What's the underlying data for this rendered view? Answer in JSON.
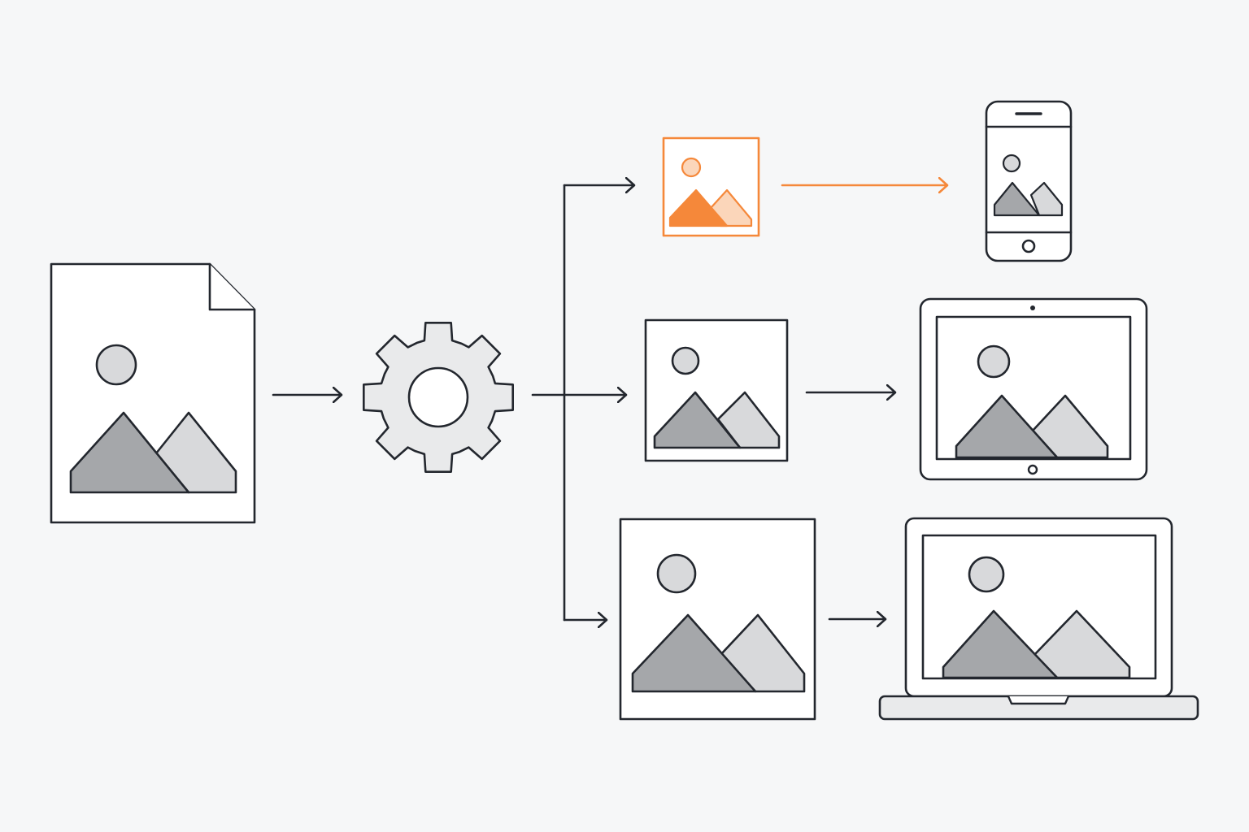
{
  "diagram": {
    "nodes": [
      {
        "id": "source-image-file",
        "icon": "image-file-icon"
      },
      {
        "id": "processor",
        "icon": "gear-icon"
      },
      {
        "id": "small-image-variant",
        "icon": "image-icon",
        "highlighted": true
      },
      {
        "id": "medium-image-variant",
        "icon": "image-icon"
      },
      {
        "id": "large-image-variant",
        "icon": "image-icon"
      },
      {
        "id": "phone-device",
        "icon": "smartphone-icon"
      },
      {
        "id": "tablet-device",
        "icon": "tablet-icon"
      },
      {
        "id": "laptop-device",
        "icon": "laptop-icon"
      }
    ],
    "edges": [
      {
        "from": "source-image-file",
        "to": "processor"
      },
      {
        "from": "processor",
        "to": "small-image-variant"
      },
      {
        "from": "processor",
        "to": "medium-image-variant"
      },
      {
        "from": "processor",
        "to": "large-image-variant"
      },
      {
        "from": "small-image-variant",
        "to": "phone-device",
        "highlighted": true
      },
      {
        "from": "medium-image-variant",
        "to": "tablet-device"
      },
      {
        "from": "large-image-variant",
        "to": "laptop-device"
      }
    ]
  },
  "colors": {
    "background": "#f6f7f8",
    "stroke": "#23272e",
    "accent": "#f5883a",
    "accent_light": "#fbd6ba",
    "mountain_dark": "#a5a7aa",
    "mountain_light": "#d8d9db",
    "gear_fill": "#e9eaeb",
    "panel_fill": "#ffffff"
  }
}
